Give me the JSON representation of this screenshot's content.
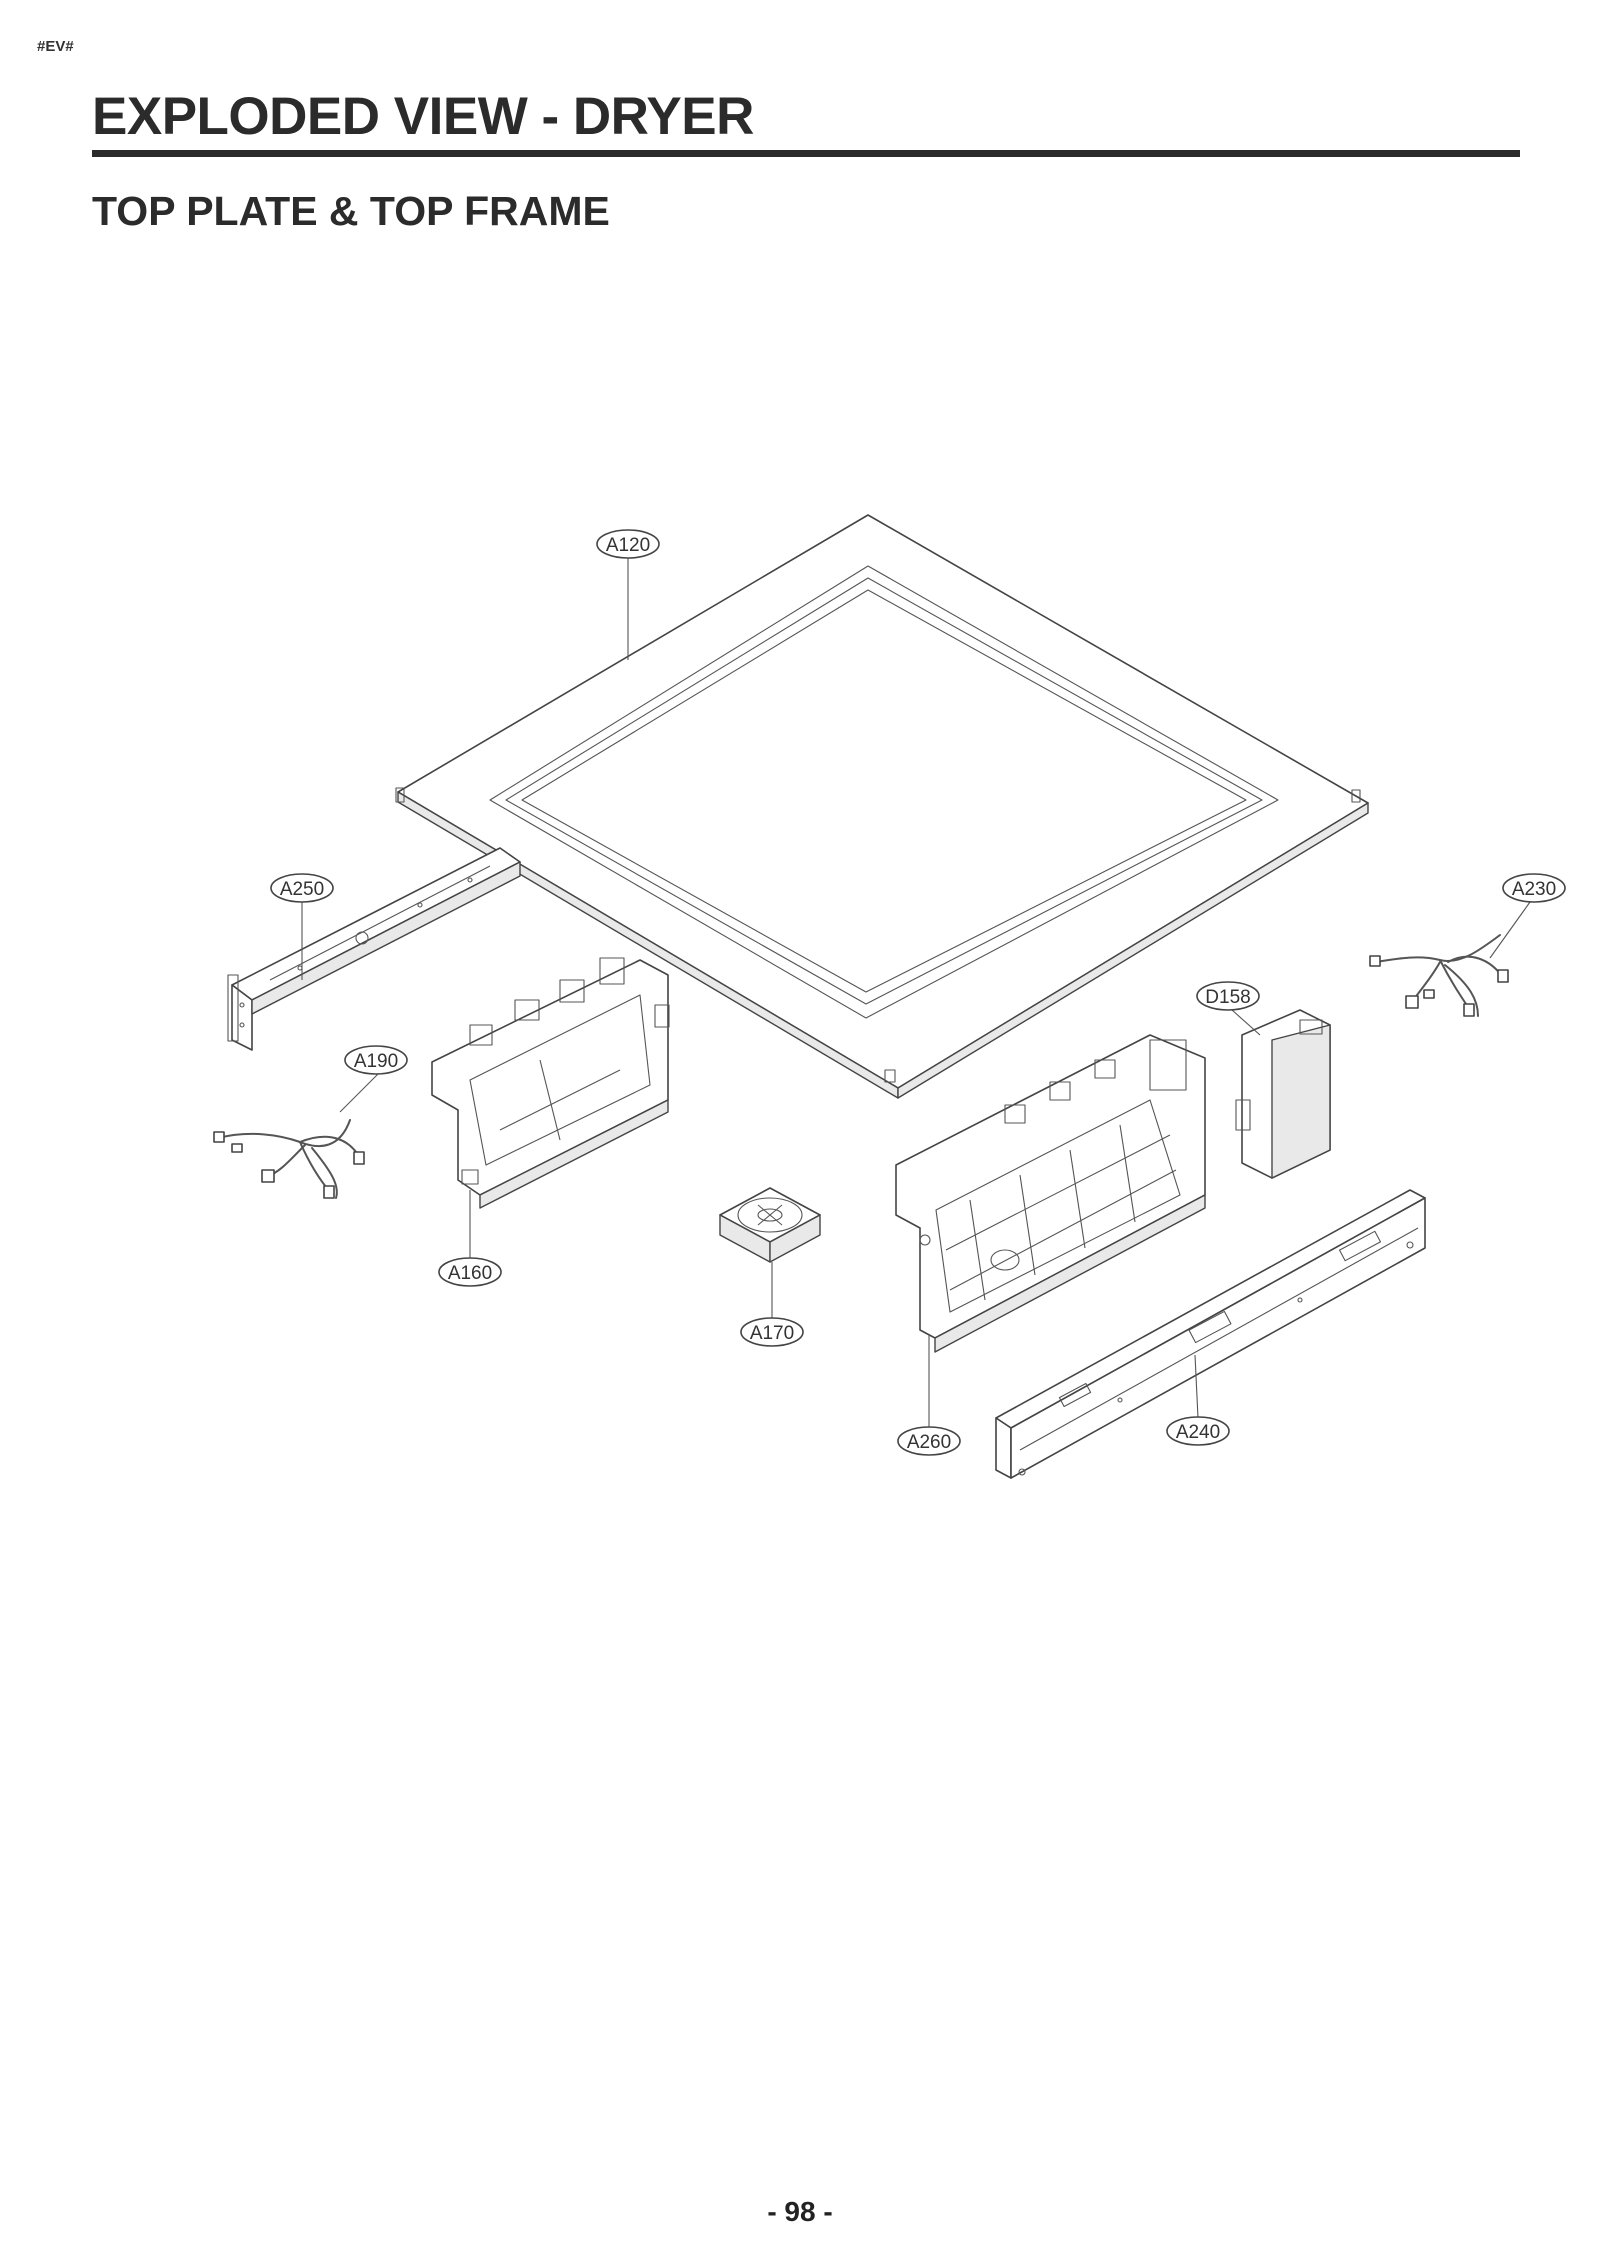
{
  "header": {
    "tag": "#EV#",
    "title": "EXPLODED VIEW - DRYER",
    "subtitle": "TOP PLATE & TOP FRAME"
  },
  "callouts": {
    "a120": "A120",
    "a250": "A250",
    "a230": "A230",
    "d158": "D158",
    "a190": "A190",
    "a160": "A160",
    "a170": "A170",
    "a260": "A260",
    "a240": "A240"
  },
  "footer": {
    "page": "- 98 -"
  }
}
